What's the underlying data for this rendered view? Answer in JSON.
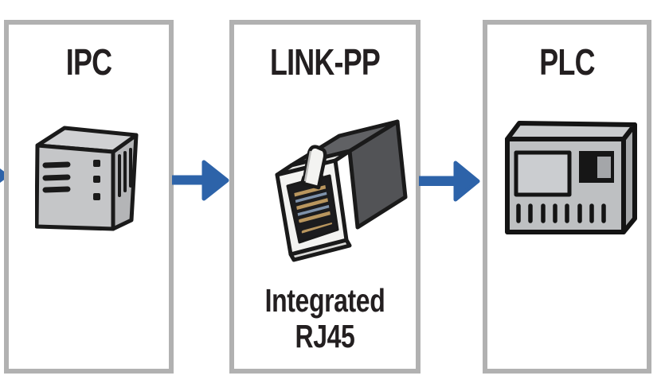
{
  "colors": {
    "background": "#ffffff",
    "node_border": "#b1b1b1",
    "arrow": "#2d63a9",
    "label_text": "#231f20"
  },
  "nodes": [
    {
      "id": "ipc",
      "label": "IPC",
      "icon": "industrial-pc-icon"
    },
    {
      "id": "link-pp",
      "label": "LINK-PP",
      "icon": "rj45-coupler-icon",
      "sublabel_line1": "Integrated",
      "sublabel_line2": "RJ45"
    },
    {
      "id": "plc",
      "label": "PLC",
      "icon": "plc-icon"
    }
  ],
  "connections": [
    {
      "from": "offscreen-left",
      "to": "ipc",
      "style": "arrow-right"
    },
    {
      "from": "ipc",
      "to": "link-pp",
      "style": "arrow-right"
    },
    {
      "from": "link-pp",
      "to": "plc",
      "style": "arrow-right"
    }
  ]
}
